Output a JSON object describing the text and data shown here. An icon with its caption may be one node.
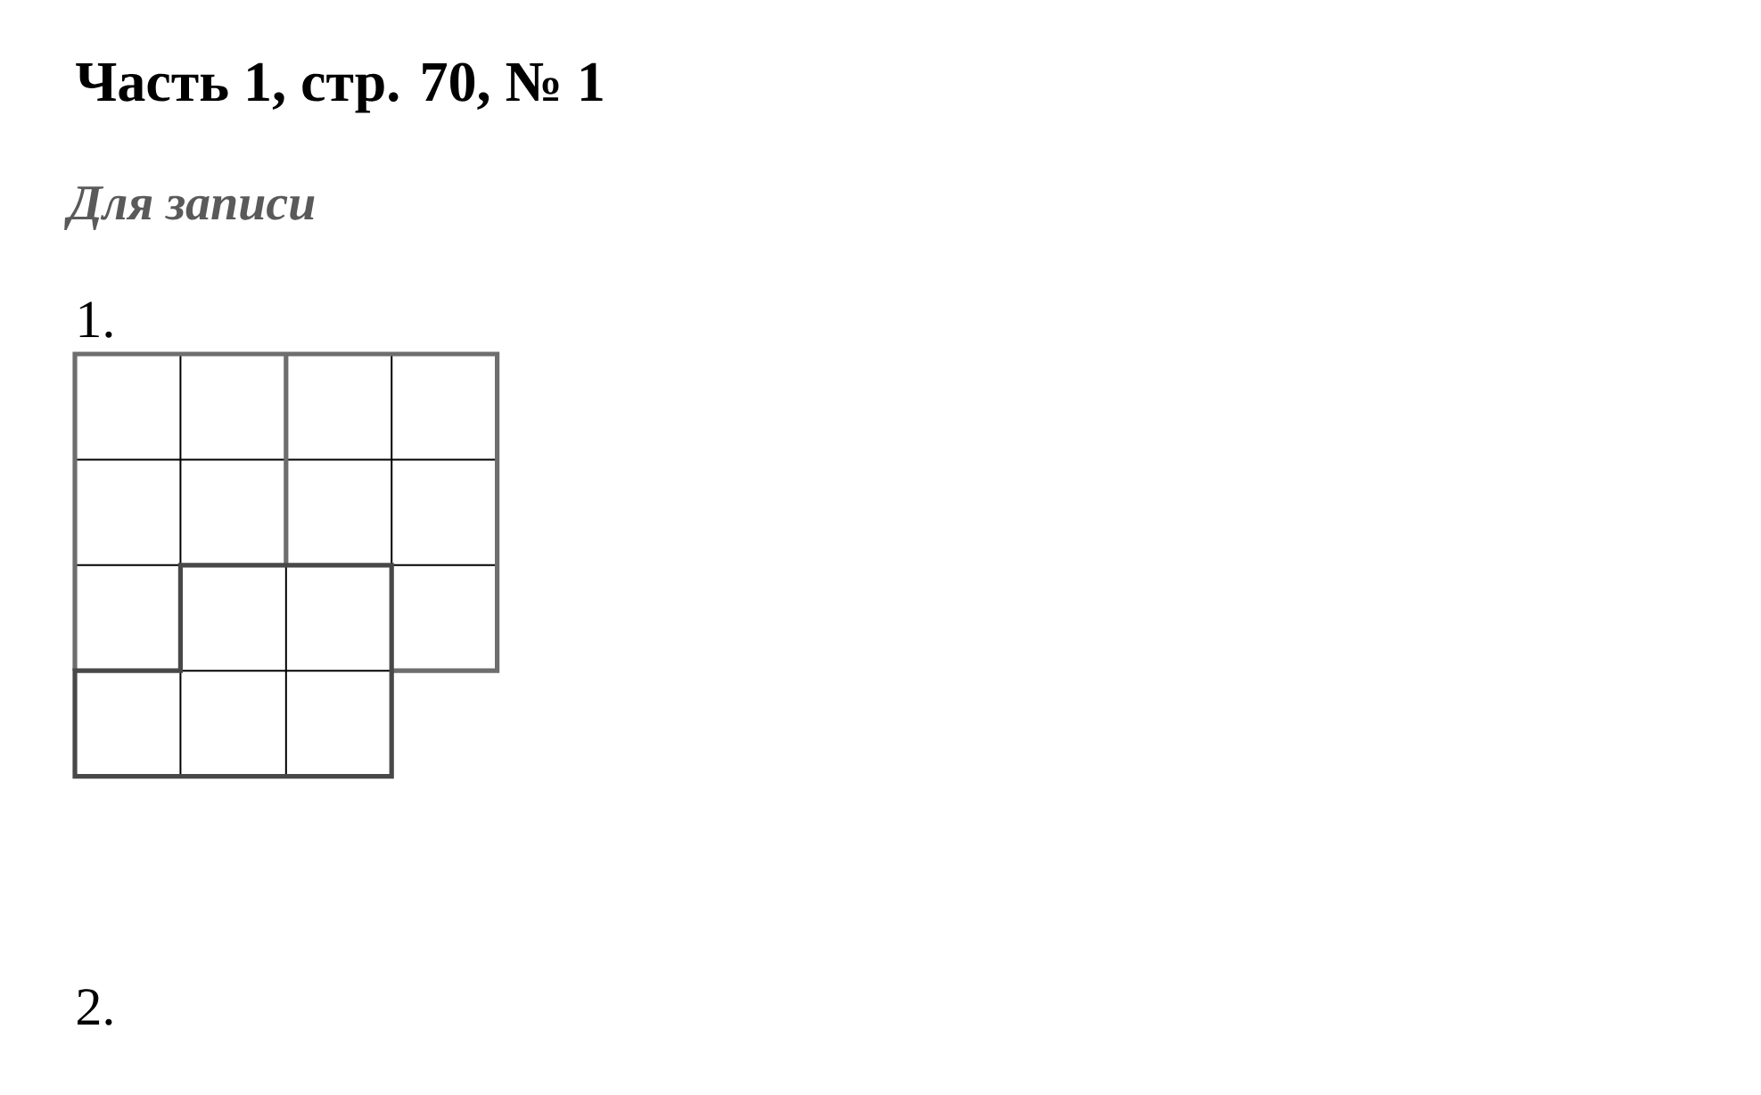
{
  "diagram": {
    "title": "Часть 1, стр. 70, № 1",
    "labels": [
      "Для записи",
      "1.",
      "2."
    ]
  }
}
